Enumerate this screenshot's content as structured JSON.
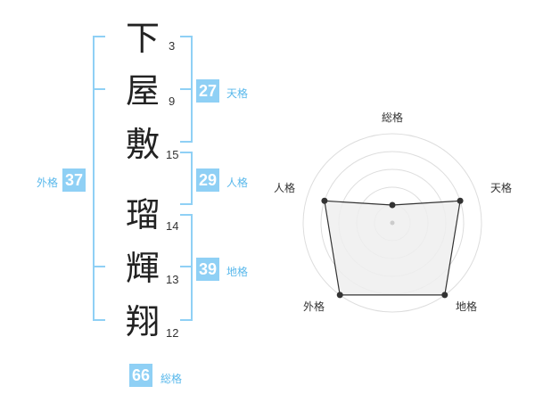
{
  "name_chars": [
    {
      "char": "下",
      "strokes": "3"
    },
    {
      "char": "屋",
      "strokes": "9"
    },
    {
      "char": "敷",
      "strokes": "15"
    },
    {
      "char": "瑠",
      "strokes": "14"
    },
    {
      "char": "輝",
      "strokes": "13"
    },
    {
      "char": "翔",
      "strokes": "12"
    }
  ],
  "fortunes": {
    "tenkaku": {
      "value": "27",
      "label": "天格"
    },
    "jinkaku": {
      "value": "29",
      "label": "人格"
    },
    "chikaku": {
      "value": "39",
      "label": "地格"
    },
    "gaikaku": {
      "value": "37",
      "label": "外格"
    },
    "soukaku": {
      "value": "66",
      "label": "総格"
    }
  },
  "radar": {
    "axes": [
      "総格",
      "天格",
      "地格",
      "外格",
      "人格"
    ],
    "values": [
      1,
      4,
      5,
      5,
      4
    ],
    "max": 5,
    "colors": {
      "grid": "#dddddd",
      "fill": "#eeeeee",
      "line": "#333333",
      "point": "#333333"
    }
  }
}
